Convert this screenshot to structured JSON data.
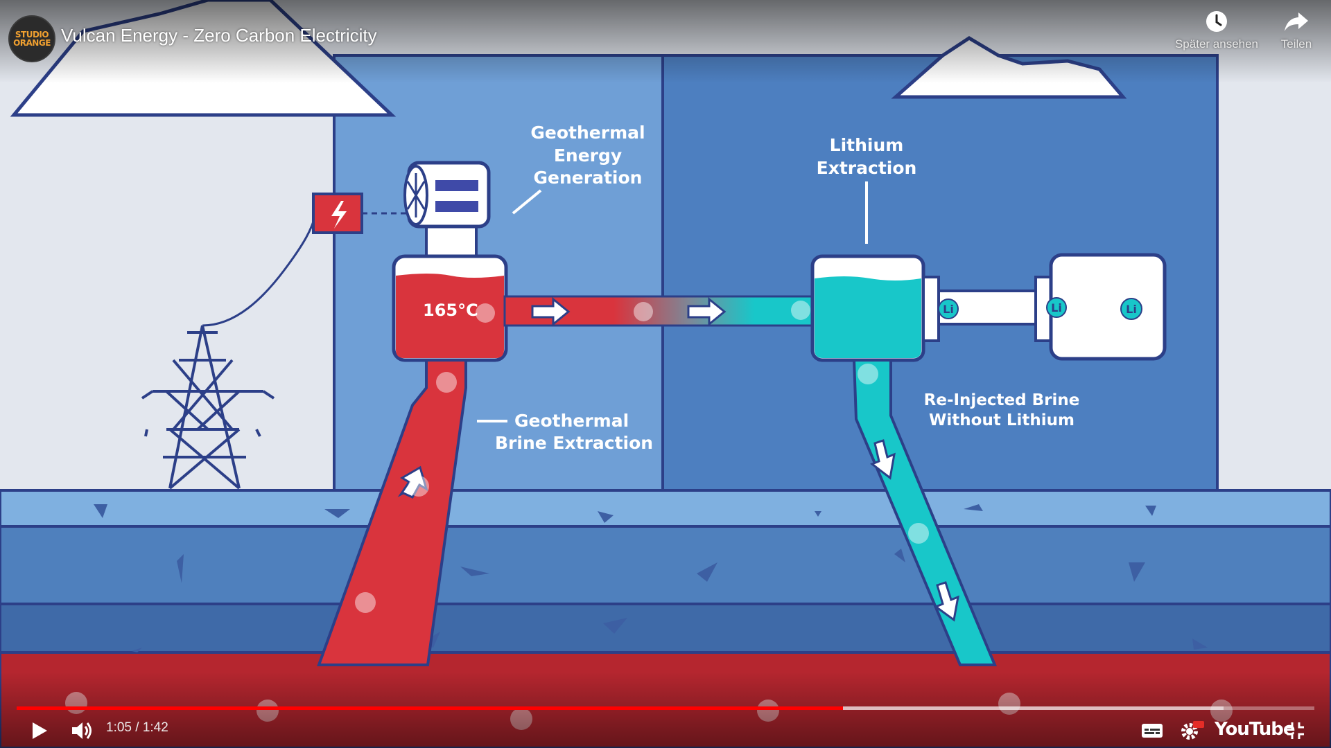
{
  "player": {
    "channel": {
      "avatar_line1": "STUDIO",
      "avatar_line2": "ORANGE"
    },
    "title": "Vulcan Energy - Zero Carbon Electricity",
    "actions": [
      {
        "label": "Später ansehen",
        "icon": "clock-icon"
      },
      {
        "label": "Teilen",
        "icon": "share-arrow-icon"
      }
    ],
    "time": {
      "current": "1:05",
      "separator": " / ",
      "duration": "1:42"
    },
    "progress": {
      "played_fraction": 0.637,
      "buffered_fraction": 0.93
    },
    "controls": {
      "play": "play-icon",
      "volume": "volume-icon",
      "subtitles": "subtitles-icon",
      "settings": "settings-gear-icon",
      "logo": "YouTube",
      "fullscreen": "exit-fullscreen-icon"
    },
    "colors": {
      "progress_red": "#ff0000",
      "sky": "#e3e7ee",
      "panel_left": "#6f9fd6",
      "panel_right": "#4d7fc0",
      "hot_brine": "#d9343d",
      "cool_brine": "#18c7c9",
      "outline": "#2c3f88",
      "magma": "#b5262f"
    }
  },
  "diagram": {
    "labels": {
      "energy": [
        "Geothermal",
        "Energy",
        "Generation"
      ],
      "lithium": [
        "Lithium",
        "Extraction"
      ],
      "temperature": "165°C",
      "extraction": [
        "Geothermal",
        "Brine Extraction"
      ],
      "reinjected": [
        "Re-Injected Brine",
        "Without Lithium"
      ],
      "li_marks": [
        "Li",
        "Li",
        "Li"
      ]
    }
  }
}
